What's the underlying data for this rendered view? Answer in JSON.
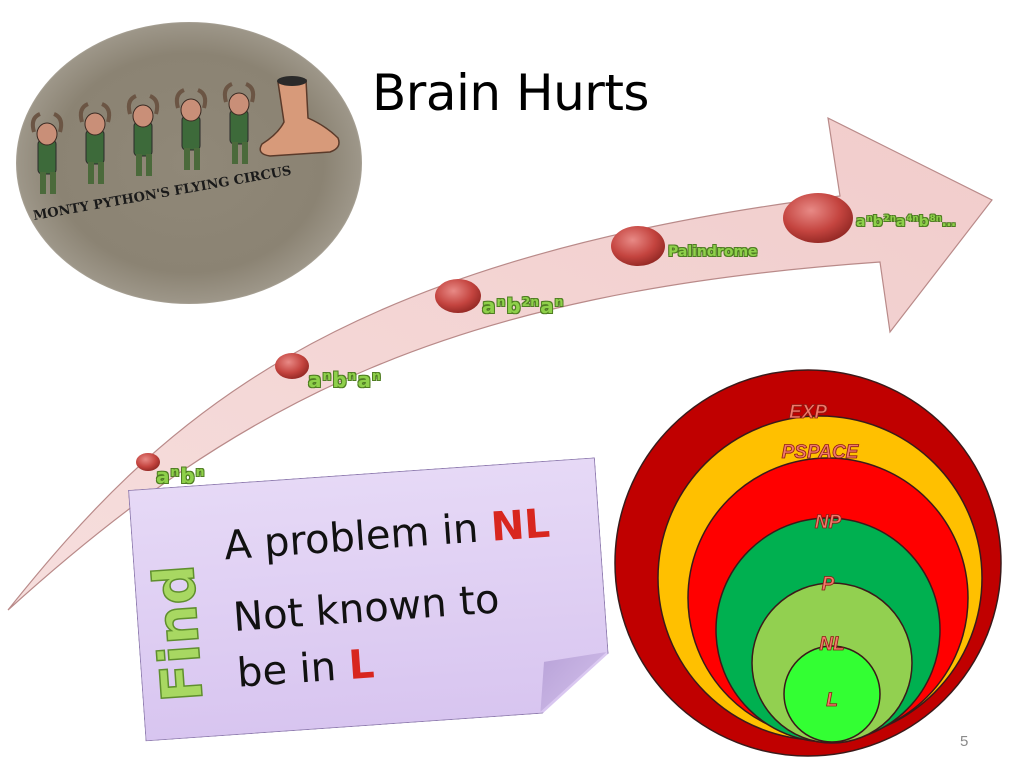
{
  "slide": {
    "title": "Brain Hurts",
    "number": "5"
  },
  "photo": {
    "caption": "MONTY PYTHON'S FLYING CIRCUS",
    "icon": "monty-python-figures-image"
  },
  "progression": {
    "stages": [
      {
        "base_a": "a",
        "exp_a": "n",
        "base_b": "b",
        "exp_b": "n",
        "base_c": "",
        "exp_c": ""
      },
      {
        "base_a": "a",
        "exp_a": "n",
        "base_b": "b",
        "exp_b": "n",
        "base_c": "a",
        "exp_c": "n"
      },
      {
        "base_a": "a",
        "exp_a": "n",
        "base_b": "b",
        "exp_b": "2n",
        "base_c": "a",
        "exp_c": "n"
      },
      {
        "text": "Palindrome"
      },
      {
        "parts": [
          {
            "base": "a",
            "exp": "n"
          },
          {
            "base": "b",
            "exp": "2n"
          },
          {
            "base": "a",
            "exp": "4n"
          },
          {
            "base": "b",
            "exp": "8n"
          }
        ],
        "tail": "…"
      }
    ]
  },
  "note": {
    "find": "Find",
    "line1_prefix": "A problem in ",
    "line1_highlight": "NL",
    "line2": "Not known to",
    "line3_prefix": "be in ",
    "line3_highlight": "L",
    "highlight_color": "#d8261e"
  },
  "classes": {
    "labels": [
      "EXP",
      "PSPACE",
      "NP",
      "P",
      "NL",
      "L"
    ],
    "colors": [
      "#c00000",
      "#ffc000",
      "#ff0000",
      "#00b050",
      "#92d050",
      "#33ff33"
    ]
  }
}
